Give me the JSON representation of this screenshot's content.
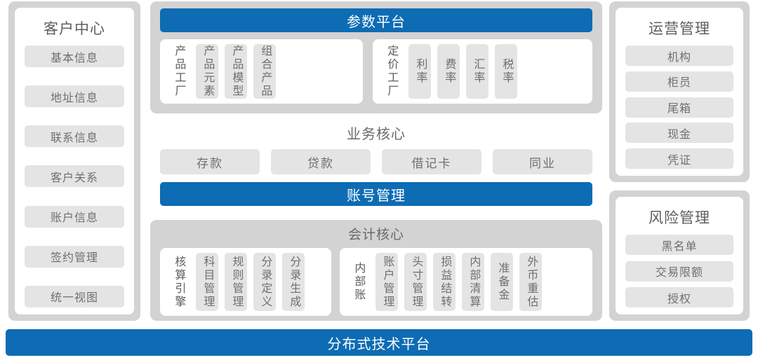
{
  "colors": {
    "accent_blue": "#0d6cb4",
    "panel_gray": "#d3d3d3",
    "chip_gray": "#e4e4e4",
    "text_gray": "#6a6a6a",
    "card_white": "#ffffff"
  },
  "left_sidebar": {
    "title": "客户中心",
    "items": [
      {
        "label": "基本信息"
      },
      {
        "label": "地址信息"
      },
      {
        "label": "联系信息"
      },
      {
        "label": "客户关系"
      },
      {
        "label": "账户信息"
      },
      {
        "label": "签约管理"
      },
      {
        "label": "统一视图"
      }
    ]
  },
  "center": {
    "param_platform": {
      "title": "参数平台",
      "groups": [
        {
          "label": "产品工厂",
          "items": [
            {
              "label": "产品元素"
            },
            {
              "label": "产品模型"
            },
            {
              "label": "组合产品"
            }
          ]
        },
        {
          "label": "定价工厂",
          "items": [
            {
              "label": "利率"
            },
            {
              "label": "费率"
            },
            {
              "label": "汇率"
            },
            {
              "label": "税率"
            }
          ]
        }
      ]
    },
    "business_core": {
      "title": "业务核心",
      "items": [
        {
          "label": "存款"
        },
        {
          "label": "贷款"
        },
        {
          "label": "借记卡"
        },
        {
          "label": "同业"
        }
      ],
      "account_management": "账号管理"
    },
    "accounting_core": {
      "title": "会计核心",
      "groups": [
        {
          "label": "核算引擎",
          "items": [
            {
              "label": "科目管理"
            },
            {
              "label": "规则管理"
            },
            {
              "label": "分录定义"
            },
            {
              "label": "分录生成"
            }
          ]
        },
        {
          "label": "内部账",
          "items": [
            {
              "label": "账户管理"
            },
            {
              "label": "头寸管理"
            },
            {
              "label": "损益结转"
            },
            {
              "label": "内部清算"
            },
            {
              "label": "准备金"
            },
            {
              "label": "外币重估"
            }
          ]
        }
      ]
    }
  },
  "right_sidebars": [
    {
      "title": "运营管理",
      "items": [
        {
          "label": "机构"
        },
        {
          "label": "柜员"
        },
        {
          "label": "尾箱"
        },
        {
          "label": "现金"
        },
        {
          "label": "凭证"
        }
      ]
    },
    {
      "title": "风险管理",
      "items": [
        {
          "label": "黑名单"
        },
        {
          "label": "交易限额"
        },
        {
          "label": "授权"
        }
      ]
    }
  ],
  "footer": {
    "label": "分布式技术平台"
  }
}
